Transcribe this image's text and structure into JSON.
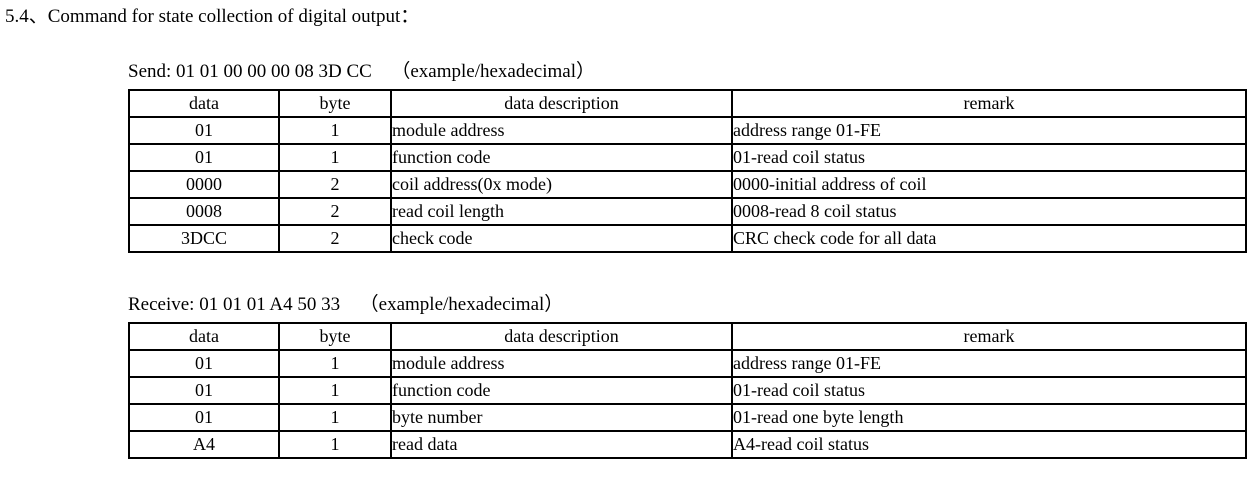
{
  "heading": "5.4、Command for state collection of digital output：",
  "send_block": {
    "caption_label": "Send:",
    "caption_hex": "01 01 00 00 00 08 3D CC",
    "caption_note": "（example/hexadecimal）",
    "columns": [
      "data",
      "byte",
      "data description",
      "remark"
    ],
    "rows": [
      [
        "01",
        "1",
        "module address",
        "address range 01-FE"
      ],
      [
        "01",
        "1",
        "function code",
        "01-read coil status"
      ],
      [
        "0000",
        "2",
        "coil address(0x mode)",
        "0000-initial address of coil"
      ],
      [
        "0008",
        "2",
        "read coil length",
        "0008-read 8 coil status"
      ],
      [
        "3DCC",
        "2",
        "check code",
        "CRC check code for all data"
      ]
    ]
  },
  "receive_block": {
    "caption_label": "Receive:",
    "caption_hex": "01 01 01 A4 50 33",
    "caption_note": "（example/hexadecimal）",
    "columns": [
      "data",
      "byte",
      "data description",
      "remark"
    ],
    "rows": [
      [
        "01",
        "1",
        "module address",
        "address range 01-FE"
      ],
      [
        "01",
        "1",
        "function code",
        "01-read coil status"
      ],
      [
        "01",
        "1",
        "byte number",
        "01-read one byte length"
      ],
      [
        "A4",
        "1",
        "read data",
        "A4-read coil status"
      ]
    ]
  }
}
